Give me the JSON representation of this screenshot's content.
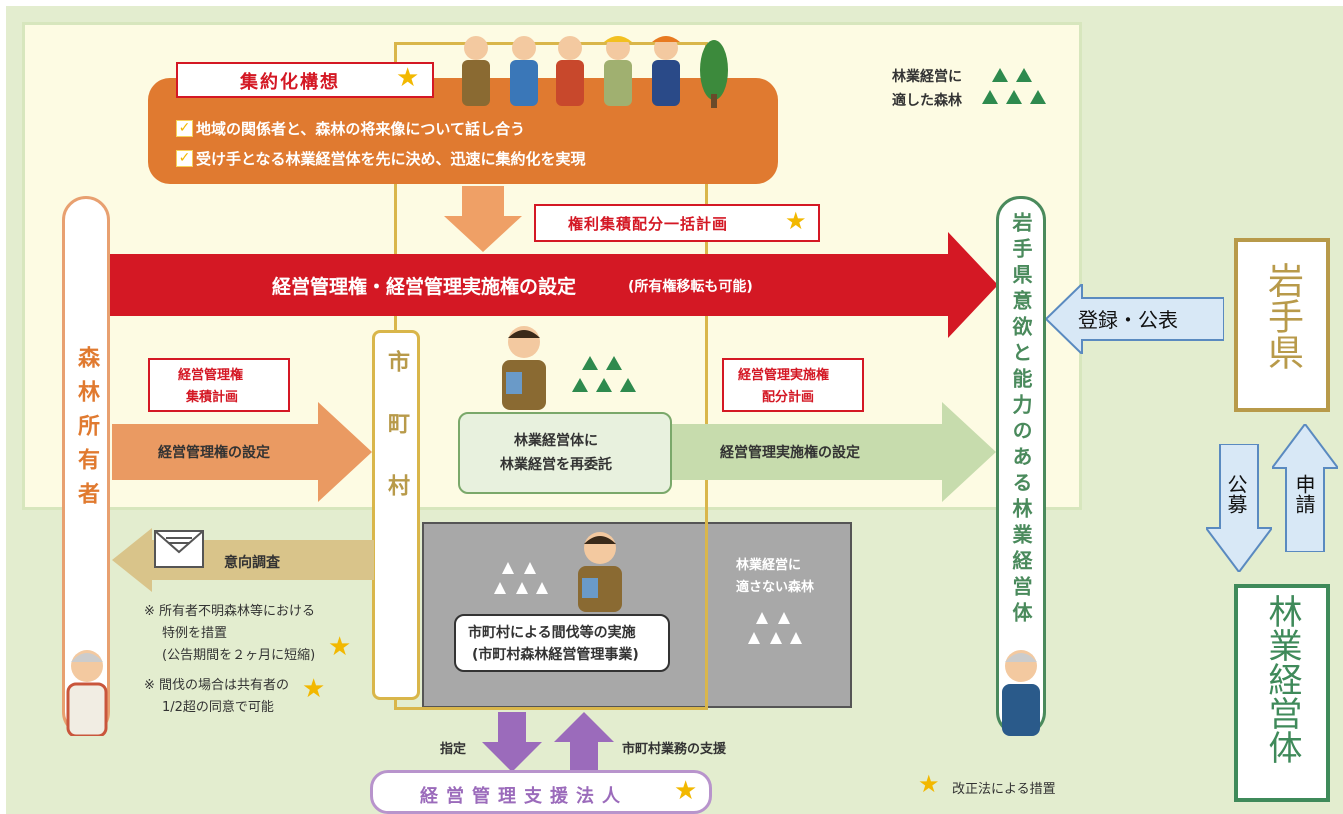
{
  "concept": {
    "title": "集約化構想",
    "line1": "地域の関係者と、森林の将来像について話し合う",
    "line2": "受け手となる林業経営体を先に決め、迅速に集約化を実現"
  },
  "suitable_forest": {
    "line1": "林業経営に",
    "line2": "適した森林"
  },
  "unsuitable_forest": {
    "line1": "林業経営に",
    "line2": "適さない森林"
  },
  "rights_plan": "権利集積配分一括計画",
  "main_arrow": {
    "label": "経営管理権・経営管理実施権の設定",
    "sub": "(所有権移転も可能)"
  },
  "owner": "森林所有者",
  "municipality": "市町村",
  "management_plan": {
    "line1": "経営管理権",
    "line2": "集積計画"
  },
  "management_right_arrow": "経営管理権の設定",
  "implementation_plan": {
    "line1": "経営管理実施権",
    "line2": "配分計画"
  },
  "implementation_arrow": "経営管理実施権の設定",
  "reconsign": {
    "line1": "林業経営体に",
    "line2": "林業経営を再委託"
  },
  "survey": "意向調査",
  "municipal_thinning": {
    "line1": "市町村による間伐等の実施",
    "line2": "(市町村森林経営管理事業)"
  },
  "notes": {
    "n1_line1": "※ 所有者不明森林等における",
    "n1_line2": "特例を措置",
    "n1_line3": "(公告期間を２ヶ月に短縮)",
    "n2_line1": "※ 間伐の場合は共有者の",
    "n2_line2": "1/2超の同意で可能"
  },
  "designate": "指定",
  "support": "市町村業務の支援",
  "support_corp": "経営管理支援法人",
  "legend": "改正法による措置",
  "motivated_entity": "岩手県意欲と能力のある林業経営体",
  "register": "登録・公表",
  "prefecture": "岩手県",
  "recruit": "公募",
  "apply": "申請",
  "forestry_entity": "林業経営体",
  "star": "★",
  "colors": {
    "orange": "#e07a30",
    "red": "#d41824",
    "green": "#4a8a5c",
    "gold": "#b89a4a",
    "purple": "#9b6bbb",
    "yellow_bg": "#fdfbe3",
    "green_bg": "#e3edcf"
  }
}
